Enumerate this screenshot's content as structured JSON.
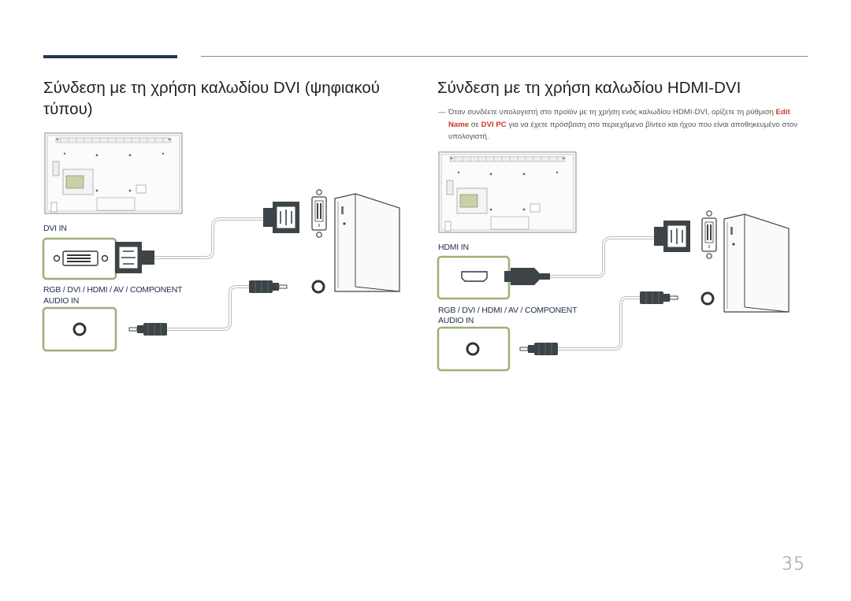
{
  "left": {
    "heading": "Σύνδεση με τη χρήση καλωδίου DVI (ψηφιακού τύπου)",
    "port_labels": {
      "dvi_in": "DVI IN",
      "audio_line1": "RGB / DVI / HDMI / AV / COMPONENT",
      "audio_line2": "AUDIO IN"
    }
  },
  "right": {
    "heading": "Σύνδεση με τη χρήση καλωδίου HDMI-DVI",
    "note": {
      "dash": "―",
      "text_before": "Όταν συνδέετε υπολογιστή στο προϊόν με τη χρήση ενός καλωδίου HDMI-DVI, ορίζετε τη ρύθμιση ",
      "keyword_1": "Edit Name",
      "text_middle": " σε ",
      "keyword_2": "DVI PC",
      "text_after": " για να έχετε πρόσβαση στο περιεχόμενο βίντεο και ήχου που είναι αποθηκευμένο στον υπολογιστή."
    },
    "port_labels": {
      "hdmi_in": "HDMI IN",
      "audio_line1": "RGB / DVI / HDMI / AV / COMPONENT",
      "audio_line2": "AUDIO IN"
    }
  },
  "page_number": "35",
  "colors": {
    "accent_bar": "#263352",
    "keyword": "#c73a27",
    "port_frame": "#9db076",
    "connector": "#3d4448"
  }
}
